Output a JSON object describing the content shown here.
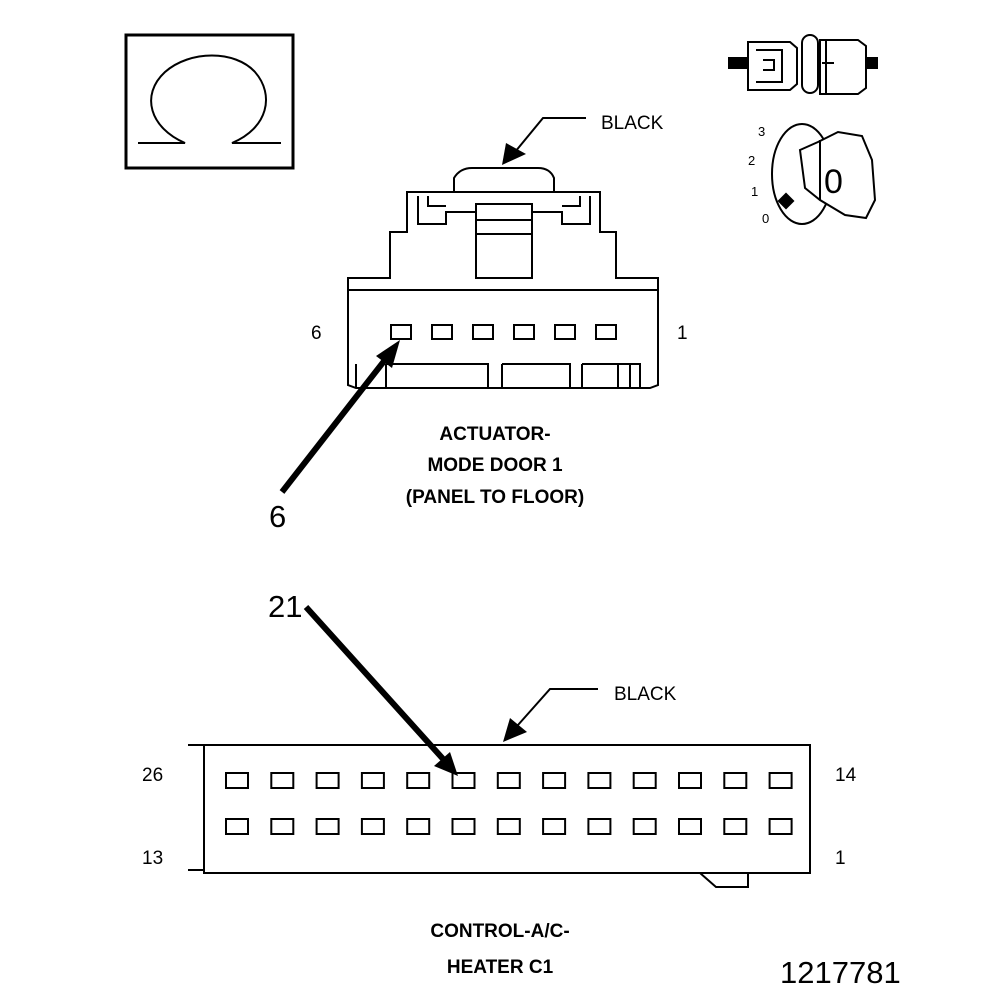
{
  "symbols": {
    "ohm_icon": "ohm-meter-icon",
    "connector_icon": "connector-disconnected-icon",
    "key_icon": "ignition-key-icon",
    "key_positions": [
      "3",
      "2",
      "1",
      "0"
    ],
    "key_label": "0"
  },
  "connector_top": {
    "color_label": "BLACK",
    "pin_left": "6",
    "pin_right": "1",
    "pin_count": 6,
    "callout_pin": "6",
    "title_lines": [
      "ACTUATOR-",
      "MODE DOOR 1",
      "(PANEL TO FLOOR)"
    ]
  },
  "connector_bottom": {
    "color_label": "BLACK",
    "top_left_pin": "26",
    "top_right_pin": "14",
    "bottom_left_pin": "13",
    "bottom_right_pin": "1",
    "pins_per_row": 13,
    "callout_pin": "21",
    "title_lines": [
      "CONTROL-A/C-",
      "HEATER C1"
    ]
  },
  "figure_id": "1217781"
}
